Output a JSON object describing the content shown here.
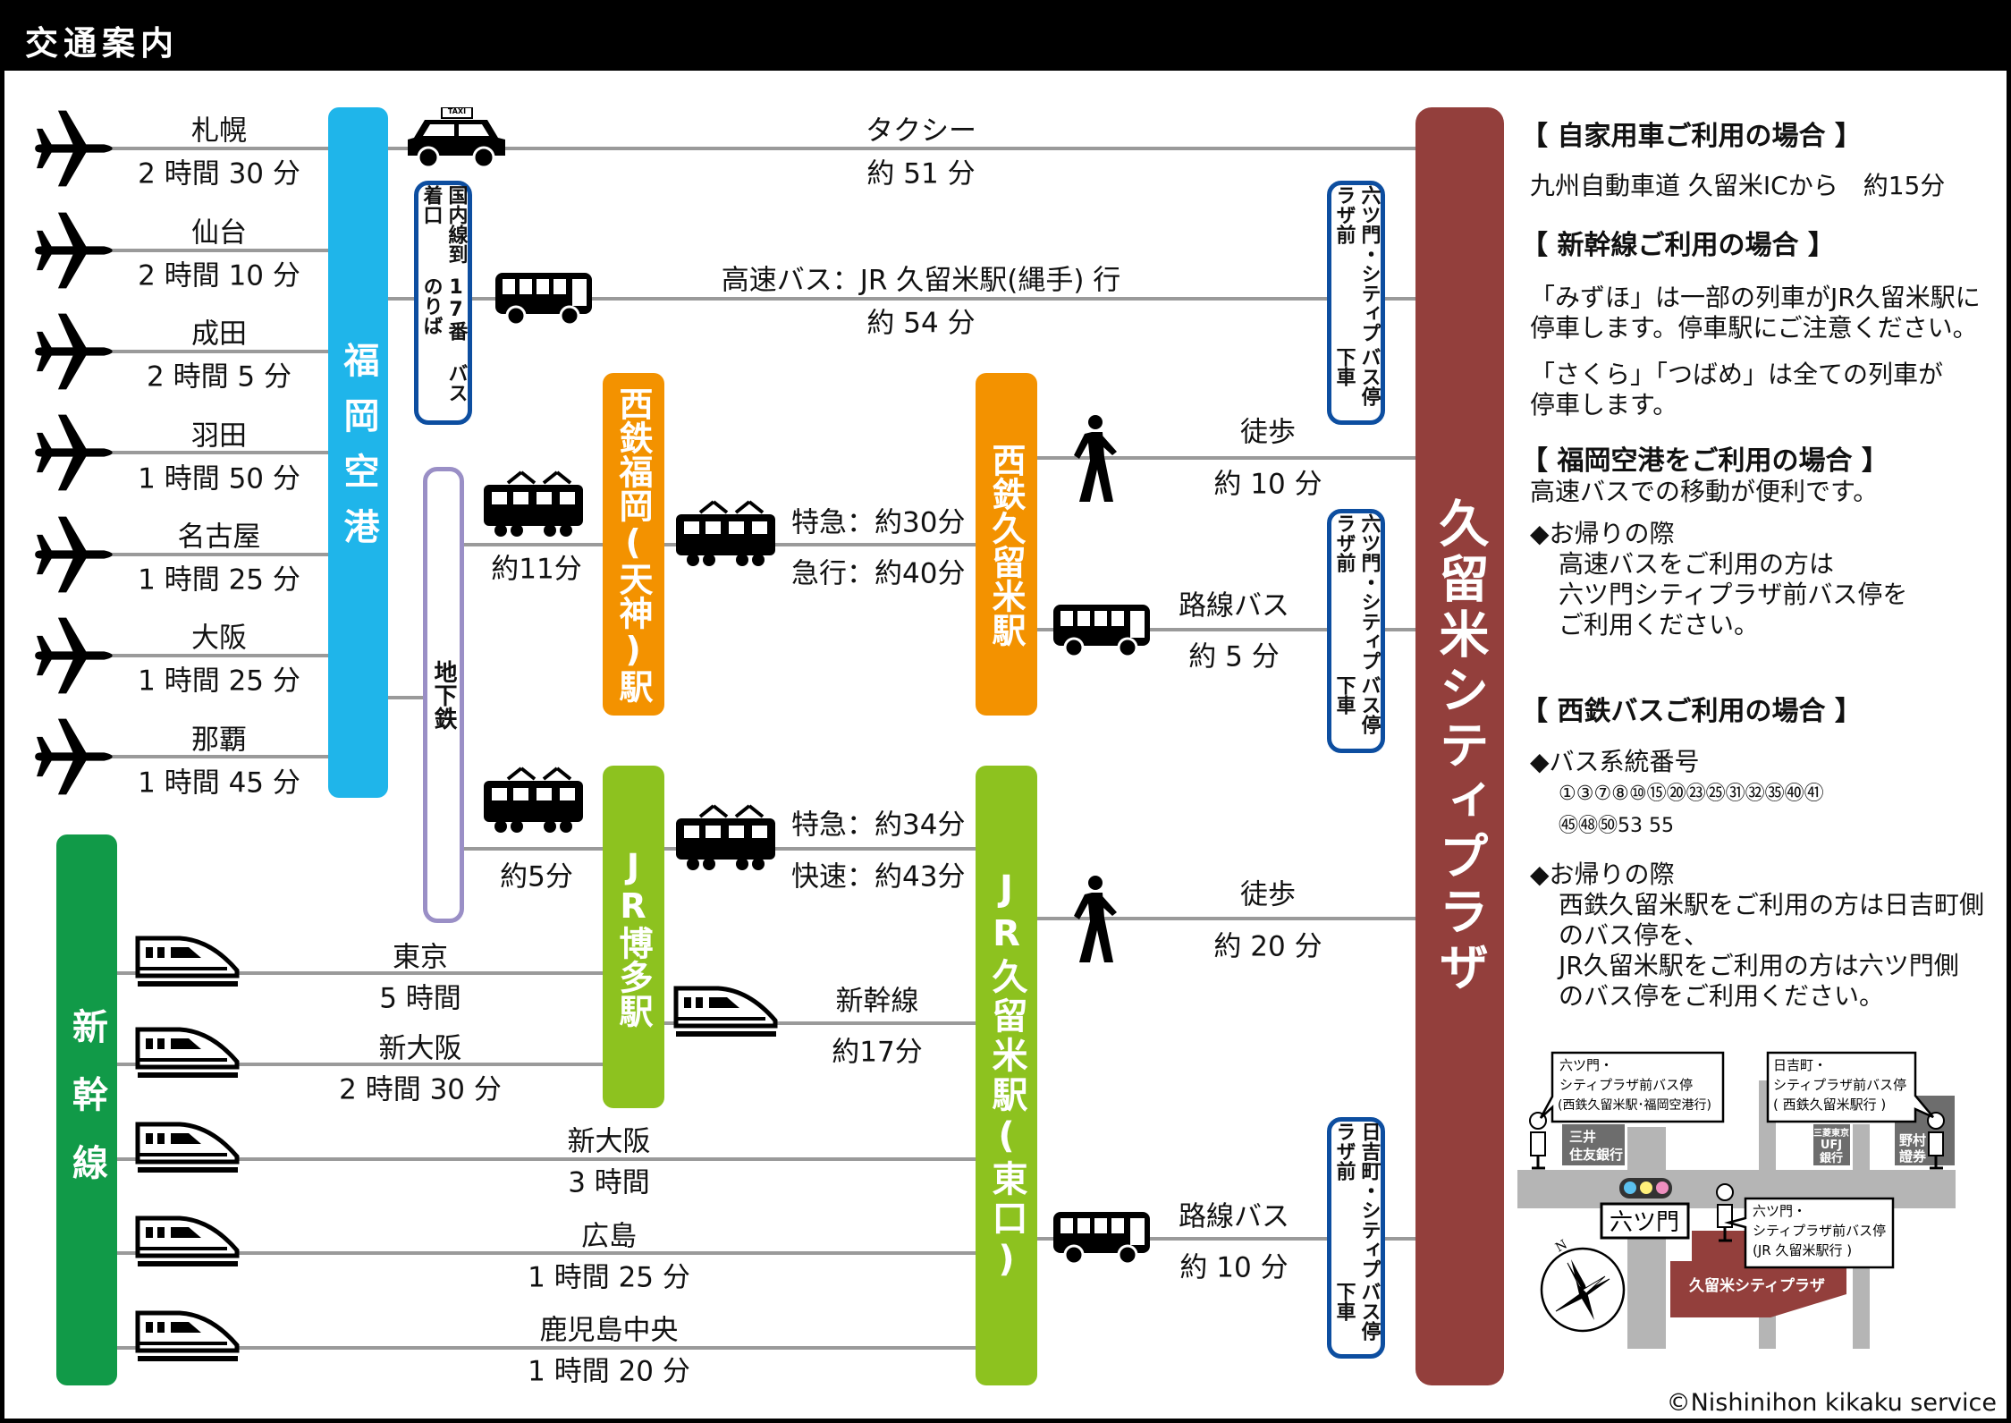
{
  "header": {
    "title": "交通案内"
  },
  "airport": {
    "label": "福岡空港",
    "flights": [
      {
        "city": "札幌",
        "time": "2 時間 30 分"
      },
      {
        "city": "仙台",
        "time": "2 時間 10 分"
      },
      {
        "city": "成田",
        "time": "2 時間 5 分"
      },
      {
        "city": "羽田",
        "time": "1 時間 50 分"
      },
      {
        "city": "名古屋",
        "time": "1 時間 25 分"
      },
      {
        "city": "大阪",
        "time": "1 時間 25 分"
      },
      {
        "city": "那覇",
        "time": "1 時間 45 分"
      }
    ]
  },
  "shinkansen": {
    "label": "新幹線",
    "routes": [
      {
        "city": "東京",
        "time": "5 時間"
      },
      {
        "city": "新大阪",
        "time": "2 時間 30 分"
      },
      {
        "city": "新大阪",
        "time": "3 時間"
      },
      {
        "city": "広島",
        "time": "1 時間 25 分"
      },
      {
        "city": "鹿児島中央",
        "time": "1 時間 20 分"
      }
    ]
  },
  "taxi": {
    "label": "タクシー",
    "time": "約 51 分",
    "sign": "TAXI"
  },
  "highway_bus": {
    "label": "高速バス：JR 久留米駅(縄手) 行",
    "time": "約 54 分"
  },
  "domestic_stop": {
    "line1": "国内線到着口",
    "line2": "17番 バスのりば"
  },
  "subway": {
    "label": "地下鉄",
    "to_tenjin": "約11分",
    "to_hakata": "約5分"
  },
  "stations": {
    "nishitetsu_fukuoka": "西鉄福岡(天神)駅",
    "nishitetsu_kurume": "西鉄久留米駅",
    "jr_hakata": "JR博多駅",
    "jr_kurume": "JR久留米駅(東口)"
  },
  "nishitetsu_train": {
    "express": "特急：約30分",
    "rapid": "急行：約40分"
  },
  "jr_train": {
    "express": "特急：約34分",
    "rapid": "快速：約43分"
  },
  "shinkansen_local": {
    "label": "新幹線",
    "time": "約17分"
  },
  "walk1": {
    "label": "徒歩",
    "time": "約 10 分"
  },
  "bus1": {
    "label": "路線バス",
    "time": "約 5 分"
  },
  "walk2": {
    "label": "徒歩",
    "time": "約 20 分"
  },
  "bus2": {
    "label": "路線バス",
    "time": "約 10 分"
  },
  "bus_stops": [
    {
      "line1": "六ツ門・シティプラザ前",
      "line2": "バス停下車"
    },
    {
      "line1": "六ツ門・シティプラザ前",
      "line2": "バス停下車"
    },
    {
      "line1": "日吉町・シティプラザ前",
      "line2": "バス停下車"
    }
  ],
  "plaza": {
    "label": "久留米シティプラザ"
  },
  "info": {
    "car": {
      "heading": "【 自家用車ご利用の場合 】",
      "text": "九州自動車道 久留米ICから　約15分"
    },
    "shinkansen": {
      "heading": "【 新幹線ご利用の場合 】",
      "lines": [
        "「みずほ」は一部の列車がJR久留米駅に",
        "停車します。停車駅にご注意ください。",
        "「さくら」「つばめ」は全ての列車が",
        "停車します。"
      ]
    },
    "airport": {
      "heading": "【 福岡空港をご利用の場合 】",
      "text": "高速バスでの移動が便利です。",
      "return_title": "◆お帰りの際",
      "lines": [
        "高速バスをご利用の方は",
        "六ツ門シティプラザ前バス停を",
        "ご利用ください。"
      ]
    },
    "nishitetsu_bus": {
      "heading": "【 西鉄バスご利用の場合 】",
      "routes_title": "◆バス系統番号",
      "routes1": "①③⑦⑧⑩⑮⑳㉓㉕㉛㉜㉟㊵㊶",
      "routes2": "㊺㊽㊿53 55",
      "return_title": "◆お帰りの際",
      "lines": [
        "西鉄久留米駅をご利用の方は日吉町側",
        "のバス停を、",
        "JR久留米駅をご利用の方は六ツ門側",
        "のバス停をご利用ください。"
      ]
    }
  },
  "map": {
    "stop1": [
      "六ツ門・",
      "シティプラザ前バス停",
      "(西鉄久留米駅･福岡空港行)"
    ],
    "stop2": [
      "日吉町・",
      "シティプラザ前バス停",
      "( 西鉄久留米駅行 )"
    ],
    "stop3": [
      "六ツ門・",
      "シティプラザ前バス停",
      "(JR 久留米駅行 )"
    ],
    "bank1": [
      "三井",
      "住友銀行"
    ],
    "bank2": [
      "三菱東京",
      "UFJ",
      "銀行"
    ],
    "bank3": [
      "野村",
      "證券"
    ],
    "intersection": "六ツ門",
    "building": "久留米シティプラザ",
    "north": "N",
    "signal_colors": [
      "#5bc0ee",
      "#fff07a",
      "#ee8fbf"
    ]
  },
  "copyright": "©Nishinihon kikaku service",
  "colors": {
    "airport": "#1fb5ea",
    "shinkansen": "#119a48",
    "nishitetsu": "#f39200",
    "jr": "#8dc21f",
    "plaza": "#933f3c",
    "stop_border": "#0d4ea0",
    "subway_border": "#9a8fc6"
  }
}
